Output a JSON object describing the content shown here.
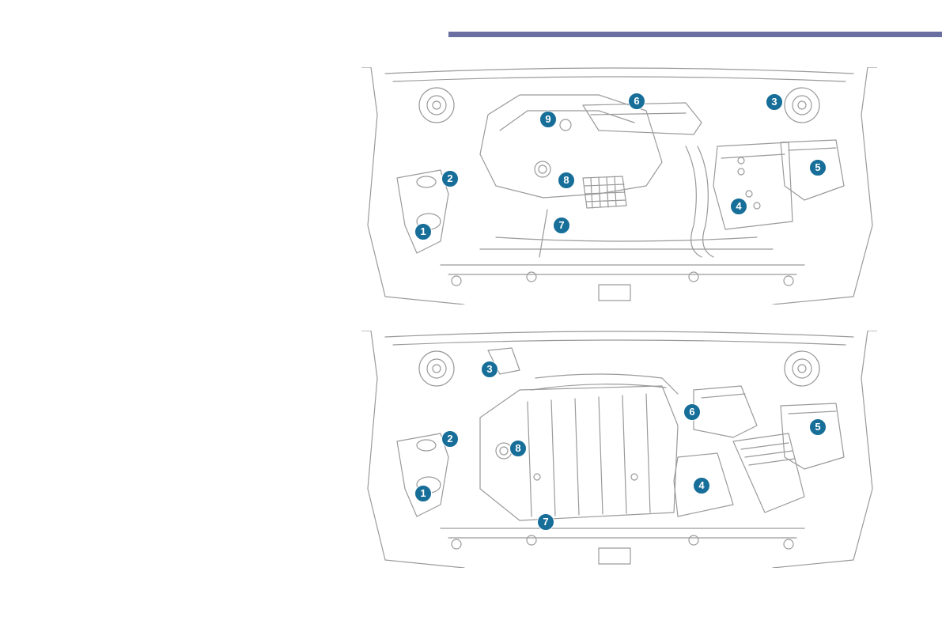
{
  "page": {
    "accent_color": "#6b6ea0",
    "callout_color": "#176e99"
  },
  "figures": [
    {
      "id": "diesel-engine-bay",
      "callouts": [
        "1",
        "2",
        "3",
        "4",
        "5",
        "6",
        "7",
        "8",
        "9"
      ]
    },
    {
      "id": "petrol-engine-bay",
      "callouts": [
        "1",
        "2",
        "3",
        "4",
        "5",
        "6",
        "7",
        "8"
      ]
    }
  ]
}
